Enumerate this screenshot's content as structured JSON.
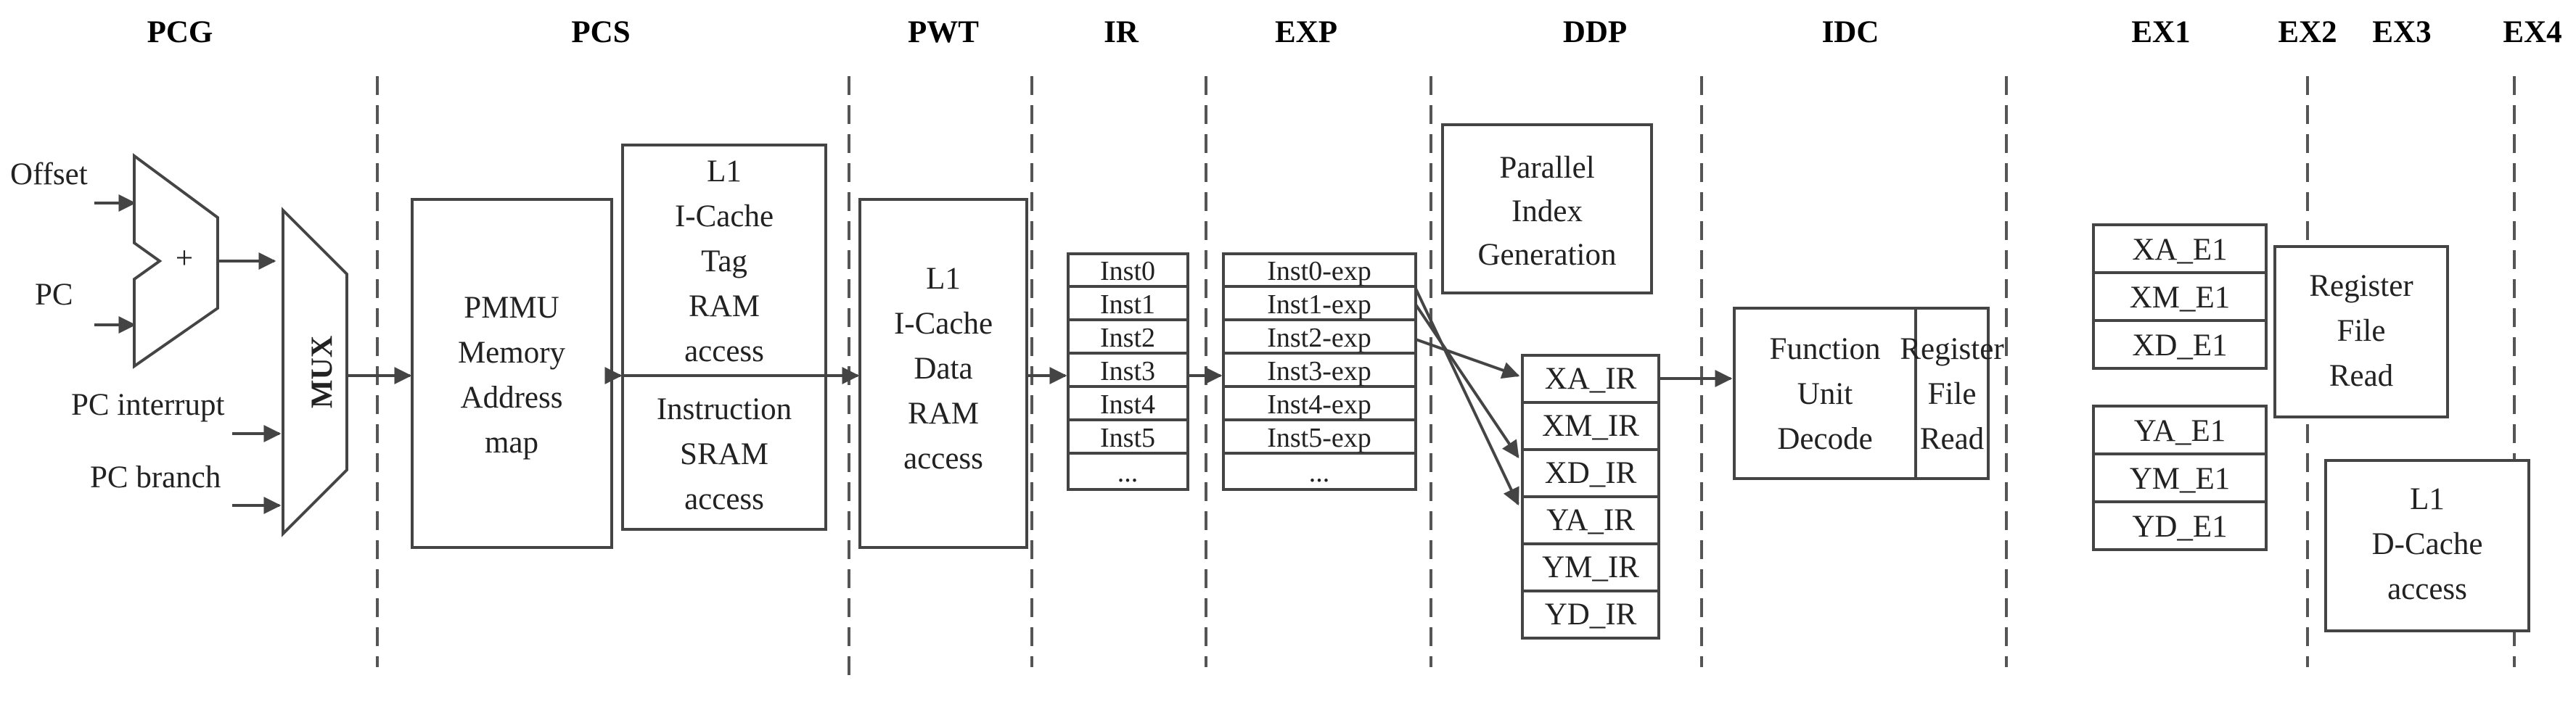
{
  "stages": [
    "PCG",
    "PCS",
    "PWT",
    "IR",
    "EXP",
    "DDP",
    "IDC",
    "EX1",
    "EX2",
    "EX3",
    "EX4"
  ],
  "pcg": {
    "inputs": [
      "Offset",
      "PC",
      "PC interrupt",
      "PC branch"
    ],
    "adder_symbol": "+",
    "mux_label": "MUX"
  },
  "pcs": {
    "pmmu_lines": [
      "PMMU",
      "Memory",
      "Address",
      "map"
    ],
    "tag_lines": [
      "L1",
      "I-Cache",
      "Tag",
      "RAM",
      "access"
    ],
    "sram_lines": [
      "Instruction",
      "SRAM",
      "access"
    ]
  },
  "pwt": {
    "data_lines": [
      "L1",
      "I-Cache",
      "Data",
      "RAM",
      "access"
    ]
  },
  "ir": {
    "rows": [
      "Inst0",
      "Inst1",
      "Inst2",
      "Inst3",
      "Inst4",
      "Inst5",
      "..."
    ]
  },
  "exp": {
    "rows": [
      "Inst0-exp",
      "Inst1-exp",
      "Inst2-exp",
      "Inst3-exp",
      "Inst4-exp",
      "Inst5-exp",
      "..."
    ]
  },
  "ddp": {
    "index_lines": [
      "Parallel",
      "Index",
      "Generation"
    ],
    "rows": [
      "XA_IR",
      "XM_IR",
      "XD_IR",
      "YA_IR",
      "YM_IR",
      "YD_IR"
    ]
  },
  "idc": {
    "decode_lines": [
      "Function",
      "Unit",
      "Decode"
    ],
    "regread_lines": [
      "Register",
      "File",
      "Read"
    ]
  },
  "ex1": {
    "x_rows": [
      "XA_E1",
      "XM_E1",
      "XD_E1"
    ],
    "y_rows": [
      "YA_E1",
      "YM_E1",
      "YD_E1"
    ]
  },
  "ex2": {
    "regread_lines": [
      "Register",
      "File",
      "Read"
    ],
    "dcache_lines": [
      "L1",
      "D-Cache",
      "access"
    ]
  }
}
